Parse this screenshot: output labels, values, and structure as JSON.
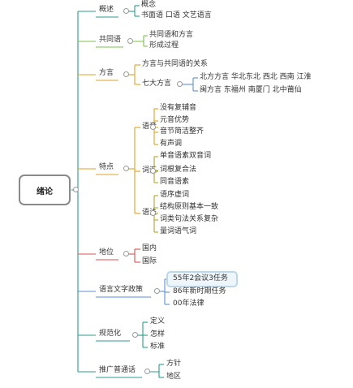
{
  "colors": {
    "teal": "#2a9d8f",
    "green": "#7cc24a",
    "gold": "#e1a227",
    "olive": "#a8a832",
    "red": "#d9534f",
    "blue": "#5b8fd4",
    "highlight_border": "#bcd7e8"
  },
  "root": {
    "label": "绪论"
  },
  "branches": [
    {
      "id": "gaishu",
      "label": "概述",
      "children": [
        "概念",
        "书面语  口语  文艺语言"
      ]
    },
    {
      "id": "gongtongyu",
      "label": "共同语",
      "children": [
        "共同语和方言",
        "形成过程"
      ]
    },
    {
      "id": "fangyan",
      "label": "方言",
      "children": [
        "方言与共同语的关系",
        "七大方言"
      ],
      "qida": [
        "北方方言  华北东北  西北  西南  江淮",
        "闽方言  东福州  南厦门  北中莆仙"
      ]
    },
    {
      "id": "tedian",
      "label": "特点",
      "groups": [
        {
          "label": "语音",
          "items": [
            "没有复辅音",
            "元音优势",
            "音节简洁整齐",
            "有声调"
          ]
        },
        {
          "label": "词汇",
          "items": [
            "单音语素双音词",
            "词根复合法",
            "同音语素"
          ]
        },
        {
          "label": "语法",
          "items": [
            "语序虚词",
            "结构原则基本一致",
            "词类句法关系复杂",
            "量词语气词"
          ]
        }
      ]
    },
    {
      "id": "diwei",
      "label": "地位",
      "children": [
        "国内",
        "国际"
      ]
    },
    {
      "id": "zhengce",
      "label": "语言文字政策",
      "children": [
        "55年2会议3任务",
        "86年新时期任务",
        "00年法律"
      ]
    },
    {
      "id": "guifanhua",
      "label": "规范化",
      "children": [
        "定义",
        "怎样",
        "标准"
      ]
    },
    {
      "id": "tuiguang",
      "label": "推广普通话",
      "children": [
        "方针",
        "地区"
      ]
    }
  ]
}
